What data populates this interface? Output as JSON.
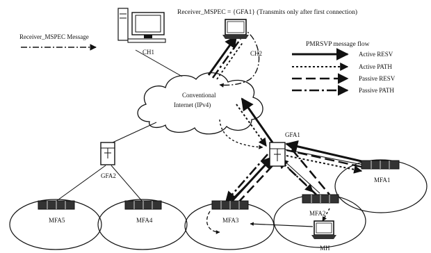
{
  "header": {
    "receiver_mspec": "Receiver_MSPEC = {GFA1} (Transmits only after first connection)"
  },
  "left_legend": {
    "label": "Receiver_MSPEC Message"
  },
  "legend": {
    "title": "PMRSVP message flow",
    "items": [
      {
        "label": "Active RESV",
        "style": "solid"
      },
      {
        "label": "Active PATH",
        "style": "dotted"
      },
      {
        "label": "Passive RESV",
        "style": "dashed"
      },
      {
        "label": "Passive PATH",
        "style": "dash-dot"
      }
    ]
  },
  "cloud": {
    "line1": "Conventional",
    "line2": "Internet (IPv4)"
  },
  "nodes": {
    "ch1": "CH1",
    "ch2": "CH2",
    "gfa1": "GFA1",
    "gfa2": "GFA2",
    "mfa1": "MFA1",
    "mfa2": "MFA2",
    "mfa3": "MFA3",
    "mfa4": "MFA4",
    "mfa5": "MFA5",
    "mh": "MH"
  },
  "colors": {
    "line": "#111111",
    "device_fill": "#333333",
    "background": "#ffffff"
  },
  "icons": {
    "host": "desktop-computer-icon",
    "laptop": "laptop-icon",
    "gateway": "gateway-server-icon",
    "access_point": "access-point-icon"
  }
}
